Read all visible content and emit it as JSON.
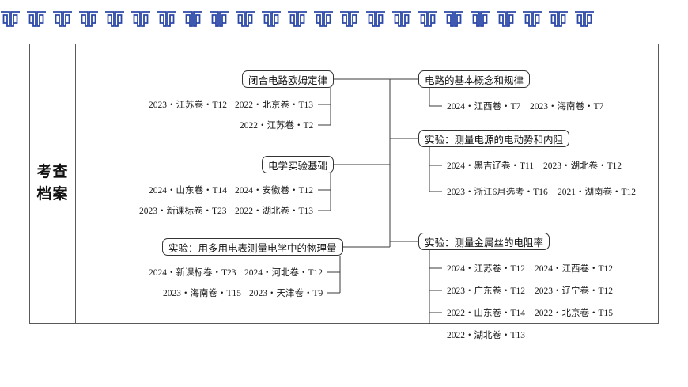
{
  "decor": {
    "pattern_name": "greek-key-meander-border",
    "color": "#2b47a8",
    "pair_count": 23
  },
  "frame": {
    "label": "考查\n档案",
    "label_line1": "考查",
    "label_line2": "档案"
  },
  "diagram": {
    "type": "mind-map",
    "left_branch": [
      {
        "id": "node-ohm-law",
        "title": "闭合电路欧姆定律",
        "entries": [
          [
            "2023・江苏卷・T12",
            "2022・北京卷・T13"
          ],
          [
            "",
            "2022・江苏卷・T2"
          ]
        ]
      },
      {
        "id": "node-exp-basics",
        "title": "电学实验基础",
        "entries": [
          [
            "2024・山东卷・T14",
            "2024・安徽卷・T12"
          ],
          [
            "2023・新课标卷・T23",
            "2022・湖北卷・T13"
          ]
        ]
      },
      {
        "id": "node-multimeter",
        "title": "实验：用多用电表测量电学中的物理量",
        "entries": [
          [
            "2024・新课标卷・T23",
            "2024・河北卷・T12"
          ],
          [
            "2023・海南卷・T15",
            "2023・天津卷・T9"
          ]
        ]
      }
    ],
    "right_branch": [
      {
        "id": "node-circuit-concepts",
        "title": "电路的基本概念和规律",
        "entries": [
          [
            "2024・江西卷・T7",
            "2023・海南卷・T7"
          ]
        ]
      },
      {
        "id": "node-emf-internal-resistance",
        "title": "实验：测量电源的电动势和内阻",
        "entries": [
          [
            "2024・黑吉辽卷・T11",
            "2023・湖北卷・T12"
          ],
          [
            "2023・浙江6月选考・T16",
            "2021・湖南卷・T12"
          ]
        ]
      },
      {
        "id": "node-resistivity",
        "title": "实验：测量金属丝的电阻率",
        "entries": [
          [
            "2024・江苏卷・T12",
            "2024・江西卷・T12"
          ],
          [
            "2023・广东卷・T12",
            "2023・辽宁卷・T12"
          ],
          [
            "2022・山东卷・T14",
            "2022・北京卷・T15"
          ],
          [
            "2022・湖北卷・T13",
            ""
          ]
        ]
      }
    ]
  }
}
